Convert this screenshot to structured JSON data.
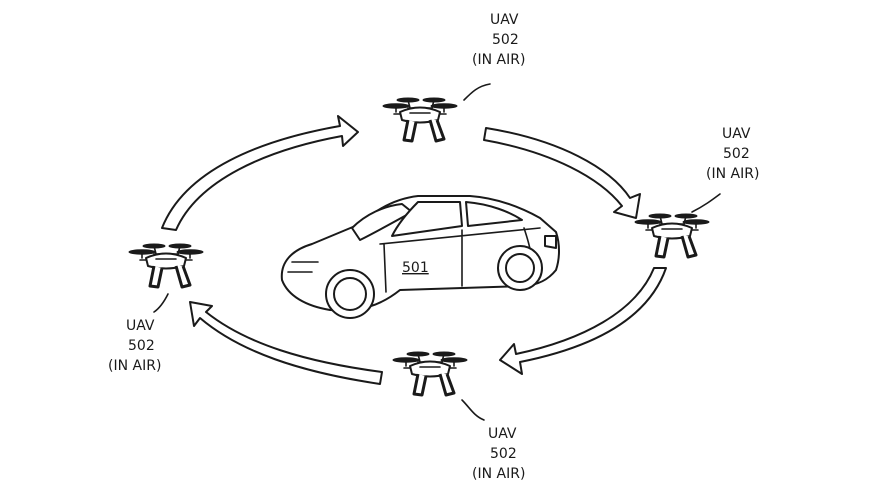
{
  "vehicle": {
    "label": "501"
  },
  "uavs": [
    {
      "id": "top",
      "lines": [
        "UAV",
        "502",
        "(IN AIR)"
      ]
    },
    {
      "id": "right",
      "lines": [
        "UAV",
        "502",
        "(IN AIR)"
      ]
    },
    {
      "id": "bottom",
      "lines": [
        "UAV",
        "502",
        "(IN AIR)"
      ]
    },
    {
      "id": "left",
      "lines": [
        "UAV",
        "502",
        "(IN AIR)"
      ]
    }
  ],
  "flow_direction": "clockwise"
}
